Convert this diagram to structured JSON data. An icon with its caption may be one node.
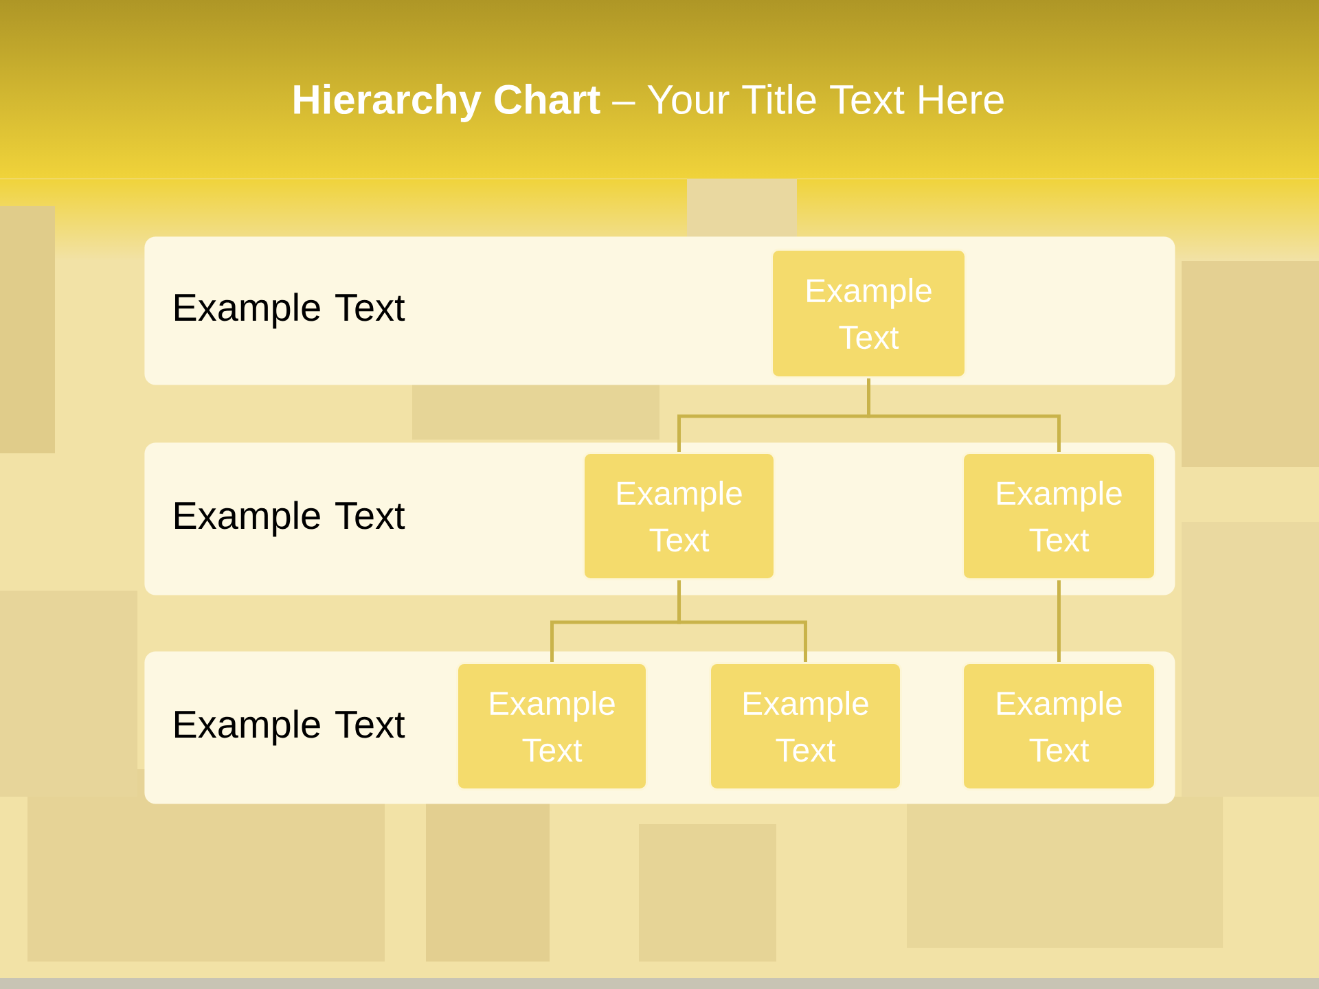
{
  "diagram": {
    "title": "**Hierarchy Chart** – Your Title Text Here",
    "nodes": [
      {
        "text": [
          "Example Text"
        ]
      },
      {
        "text": [
          "Example Text"
        ],
        "in": 0
      },
      {
        "text": [
          "Example Text"
        ]
      },
      {
        "text": [
          "Example Text"
        ],
        "in": 2
      },
      {
        "text": [
          "Example Text"
        ],
        "in": 2
      },
      {
        "text": [
          "Example Text"
        ]
      },
      {
        "text": [
          "Example Text"
        ],
        "in": 5
      },
      {
        "text": [
          "Example Text"
        ],
        "in": 5
      },
      {
        "text": [
          "Example Text"
        ],
        "in": 5
      }
    ],
    "edges": [
      {
        "from": 1,
        "to": 3,
        "arrow": "none"
      },
      {
        "from": 1,
        "to": 4,
        "arrow": "none"
      },
      {
        "from": 3,
        "to": 6,
        "arrow": "none"
      },
      {
        "from": 3,
        "to": 7,
        "arrow": "none"
      },
      {
        "from": 4,
        "to": 8,
        "arrow": "none"
      }
    ]
  }
}
